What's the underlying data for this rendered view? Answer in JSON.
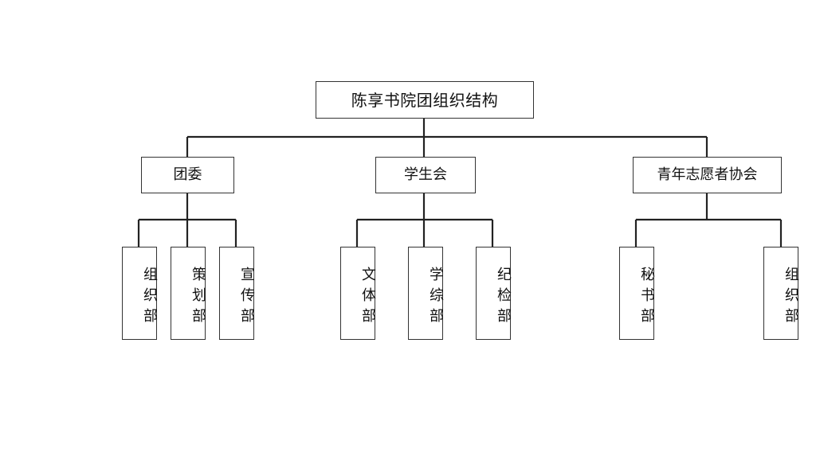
{
  "org_chart": {
    "root": {
      "label": "陈享书院团组织结构"
    },
    "branches": [
      {
        "label": "团委",
        "children": [
          "组织部",
          "策划部",
          "宣传部"
        ]
      },
      {
        "label": "学生会",
        "children": [
          "文体部",
          "学综部",
          "纪检部"
        ]
      },
      {
        "label": "青年志愿者协会",
        "children": [
          "秘书部",
          "组织部"
        ]
      }
    ]
  }
}
